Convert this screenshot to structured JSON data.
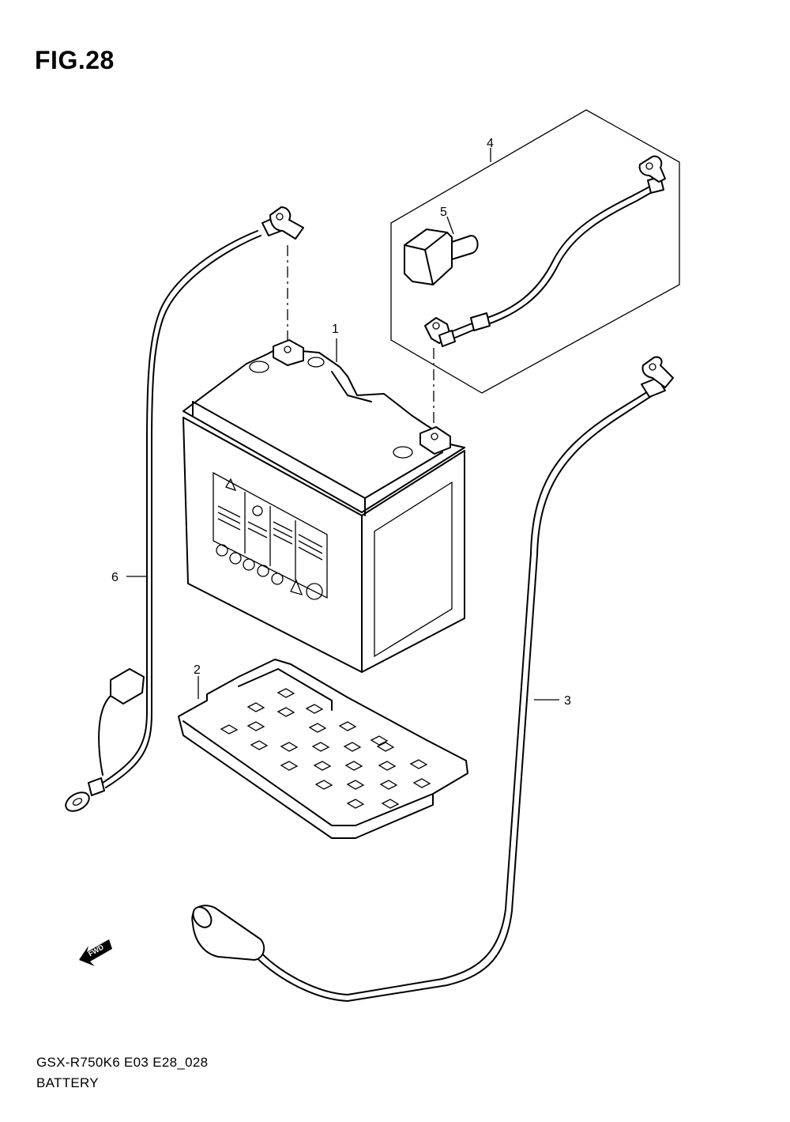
{
  "figure": {
    "title": "FIG.28"
  },
  "callouts": [
    {
      "id": "1",
      "label": "1"
    },
    {
      "id": "2",
      "label": "2"
    },
    {
      "id": "3",
      "label": "3"
    },
    {
      "id": "4",
      "label": "4"
    },
    {
      "id": "5",
      "label": "5"
    },
    {
      "id": "6",
      "label": "6"
    }
  ],
  "direction_arrow": {
    "label": "FWD"
  },
  "footer": {
    "code": "GSX-R750K6 E03 E28_028",
    "name": "BATTERY"
  }
}
